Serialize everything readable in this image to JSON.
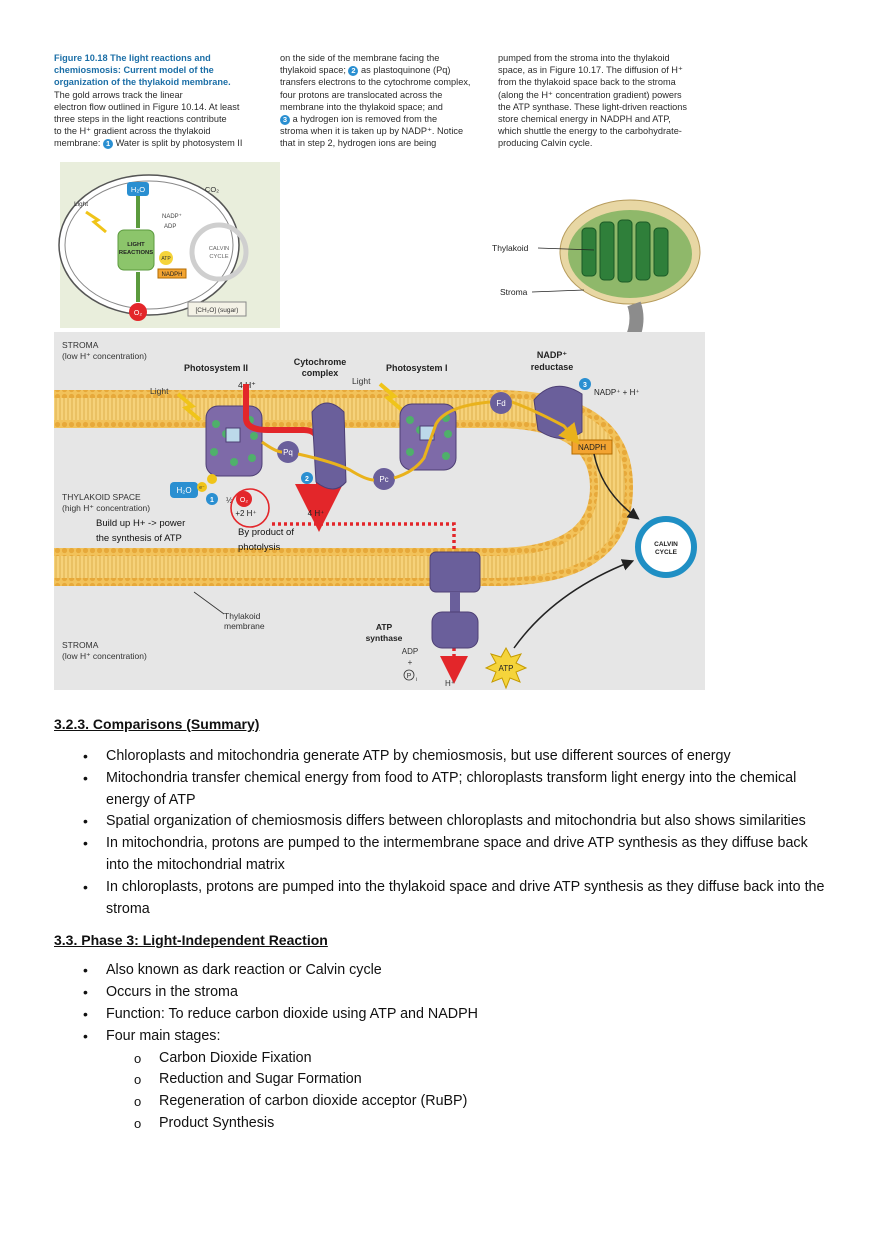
{
  "figure": {
    "caption_columns": [
      {
        "title": "Figure 10.18 The light reactions and chemiosmosis: Current model of the organization of the thylakoid membrane.",
        "body_lines": [
          "The gold arrows track the linear",
          "electron flow outlined in Figure 10.14. At least",
          "three steps in the light reactions contribute",
          "to the H⁺ gradient across the thylakoid",
          "membrane:"
        ],
        "step1": "Water is split by photosystem II"
      },
      {
        "line1": "on the side of the membrane facing the",
        "line2a": "thylakoid space;",
        "line2b": "as plastoquinone (Pq)",
        "line3": "transfers electrons to the cytochrome complex,",
        "line4": "four protons are translocated across the",
        "line5": "membrane into the thylakoid space; and",
        "line6": "a hydrogen ion is removed from the",
        "line7": "stroma when it is taken up by NADP⁺. Notice",
        "line8": "that in step 2, hydrogen ions are being"
      },
      {
        "lines": [
          "pumped from the stroma into the thylakoid",
          "space, as in Figure 10.17. The diffusion of H⁺",
          "from the thylakoid space back to the stroma",
          "(along the H⁺ concentration gradient) powers",
          "the ATP synthase. These light-driven reactions",
          "store chemical energy in NADPH and ATP,",
          "which shuttle the energy to the carbohydrate-",
          "producing Calvin cycle."
        ]
      }
    ],
    "inset": {
      "h2o": "H₂O",
      "co2": "CO₂",
      "light": "Light",
      "nadp": "NADP⁺",
      "adp": "ADP",
      "light_reactions_1": "LIGHT",
      "light_reactions_2": "REACTIONS",
      "calvin_1": "CALVIN",
      "calvin_2": "CYCLE",
      "atp": "ATP",
      "nadph": "NADPH",
      "o2": "O₂",
      "sugar": "[CH₂O] (sugar)"
    },
    "chloroplast": {
      "thylakoid": "Thylakoid",
      "stroma": "Stroma"
    },
    "main": {
      "stroma_top_1": "STROMA",
      "stroma_top_2": "(low H⁺ concentration)",
      "ps2": "Photosystem II",
      "four_h_top": "4 H⁺",
      "cyt_1": "Cytochrome",
      "cyt_2": "complex",
      "ps1": "Photosystem I",
      "light_left": "Light",
      "light_right": "Light",
      "nadp_red_1": "NADP⁺",
      "nadp_red_2": "reductase",
      "nadp_plus_h": "NADP⁺ + H⁺",
      "nadph": "NADPH",
      "pq": "Pq",
      "pc": "Pc",
      "fd": "Fd",
      "h2o": "H₂O",
      "o2_frac": "½",
      "o2": "O₂",
      "two_h": "+2 H⁺",
      "four_h_bottom": "4 H⁺",
      "thy_space_1": "THYLAKOID SPACE",
      "thy_space_2": "(high H⁺ concentration)",
      "e_minus": "e⁻",
      "annot_left_1": "Build up H+ -> power",
      "annot_left_2": "the synthesis of ATP",
      "annot_right_1": "By product of",
      "annot_right_2": "photolysis",
      "calvin_1": "CALVIN",
      "calvin_2": "CYCLE",
      "thy_mem_1": "Thylakoid",
      "thy_mem_2": "membrane",
      "stroma_bottom_1": "STROMA",
      "stroma_bottom_2": "(low H⁺ concentration)",
      "atp_syn_1": "ATP",
      "atp_syn_2": "synthase",
      "adp": "ADP",
      "plus": "+",
      "pi": "P",
      "pi_sub": "i",
      "h_plus": "H⁺",
      "atp": "ATP",
      "step1": "1",
      "step2": "2",
      "step3": "3"
    }
  },
  "sections": {
    "comparisons": {
      "heading": "3.2.3. Comparisons (Summary)",
      "bullets": [
        "Chloroplasts and mitochondria generate ATP by chemiosmosis, but use different sources of energy",
        "Mitochondria transfer chemical energy from food to ATP; chloroplasts transform light energy into the chemical energy of ATP",
        "Spatial organization of chemiosmosis differs between chloroplasts and mitochondria but also shows similarities",
        "In mitochondria, protons are pumped to the intermembrane space and drive ATP synthesis as they diffuse back into the mitochondrial matrix",
        "In chloroplasts, protons are pumped into the thylakoid space and drive ATP synthesis as they diffuse back into the stroma"
      ]
    },
    "phase3": {
      "heading": "3.3. Phase 3: Light-Independent Reaction",
      "bullets": [
        "Also known as dark reaction or Calvin cycle",
        "Occurs in the stroma",
        "Function: To reduce carbon dioxide using ATP and NADPH",
        "Four main stages:"
      ],
      "stages": [
        "Carbon Dioxide Fixation",
        "Reduction and Sugar Formation",
        "Regeneration of carbon dioxide acceptor (RuBP)",
        "Product Synthesis"
      ]
    }
  },
  "colors": {
    "figure_title": "#1c6fa7",
    "step_circle": "#2a8fd1",
    "membrane_fill": "#f2c25a",
    "protein": "#6a5f9b",
    "proton_arrow": "#e3262a",
    "calvin_ring": "#1f8fc4",
    "nadph_box": "#f3a431"
  }
}
